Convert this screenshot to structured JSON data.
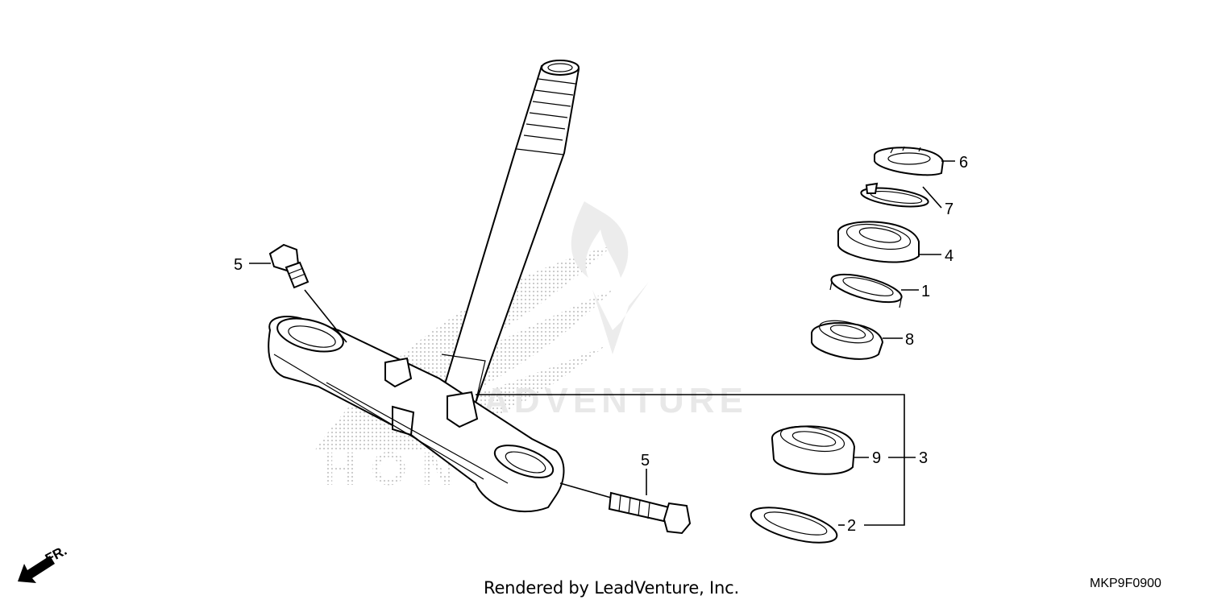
{
  "callouts": [
    {
      "id": "6",
      "text": "6"
    },
    {
      "id": "7",
      "text": "7"
    },
    {
      "id": "4",
      "text": "4"
    },
    {
      "id": "1",
      "text": "1"
    },
    {
      "id": "8",
      "text": "8"
    },
    {
      "id": "9",
      "text": "9"
    },
    {
      "id": "3",
      "text": "3"
    },
    {
      "id": "2",
      "text": "2"
    },
    {
      "id": "5a",
      "text": "5"
    },
    {
      "id": "5b",
      "text": "5"
    }
  ],
  "direction": {
    "label": "FR."
  },
  "watermark": {
    "brand": "HONDA",
    "dealer": "ADVENTURE"
  },
  "footer": {
    "credit": "Rendered by LeadVenture, Inc.",
    "diagram_code": "MKP9F0900"
  },
  "colors": {
    "line": "#000000",
    "watermark": "#c8c8c8",
    "background": "#ffffff"
  }
}
